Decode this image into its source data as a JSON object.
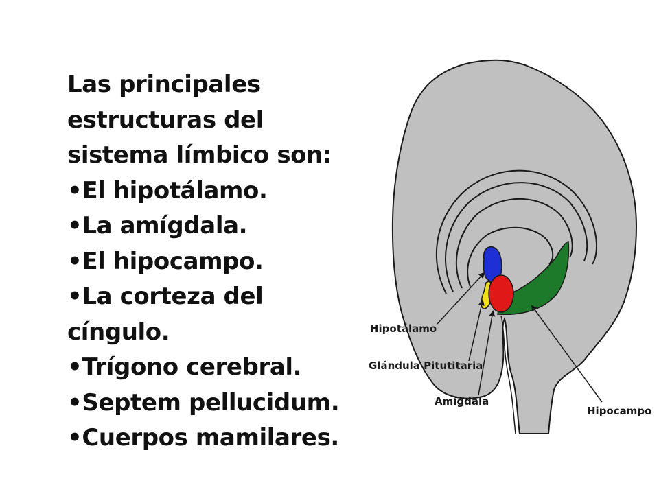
{
  "intro": {
    "line1": "Las principales",
    "line2": "estructuras del",
    "line3": "sistema límbico son:"
  },
  "bullet_symbol": "•",
  "structures": [
    "El hipotálamo.",
    "La amígdala.",
    "El hipocampo.",
    "La corteza del",
    "cíngulo.",
    "Trígono cerebral.",
    "Septem pellucidum.",
    "Cuerpos mamilares."
  ],
  "diagram": {
    "labels": {
      "hipotalamo": "Hipotálamo",
      "glandula": "Glándula Pitutitaria",
      "amigdala": "Amígdala",
      "hipocampo": "Hipocampo"
    },
    "colors": {
      "brain": "#c0c0c0",
      "outline": "#1a1a1a",
      "hypothalamus": "#1f2fd6",
      "pituitary": "#f2e11a",
      "amygdala": "#e01818",
      "hippocampus": "#1d7a2a"
    }
  }
}
